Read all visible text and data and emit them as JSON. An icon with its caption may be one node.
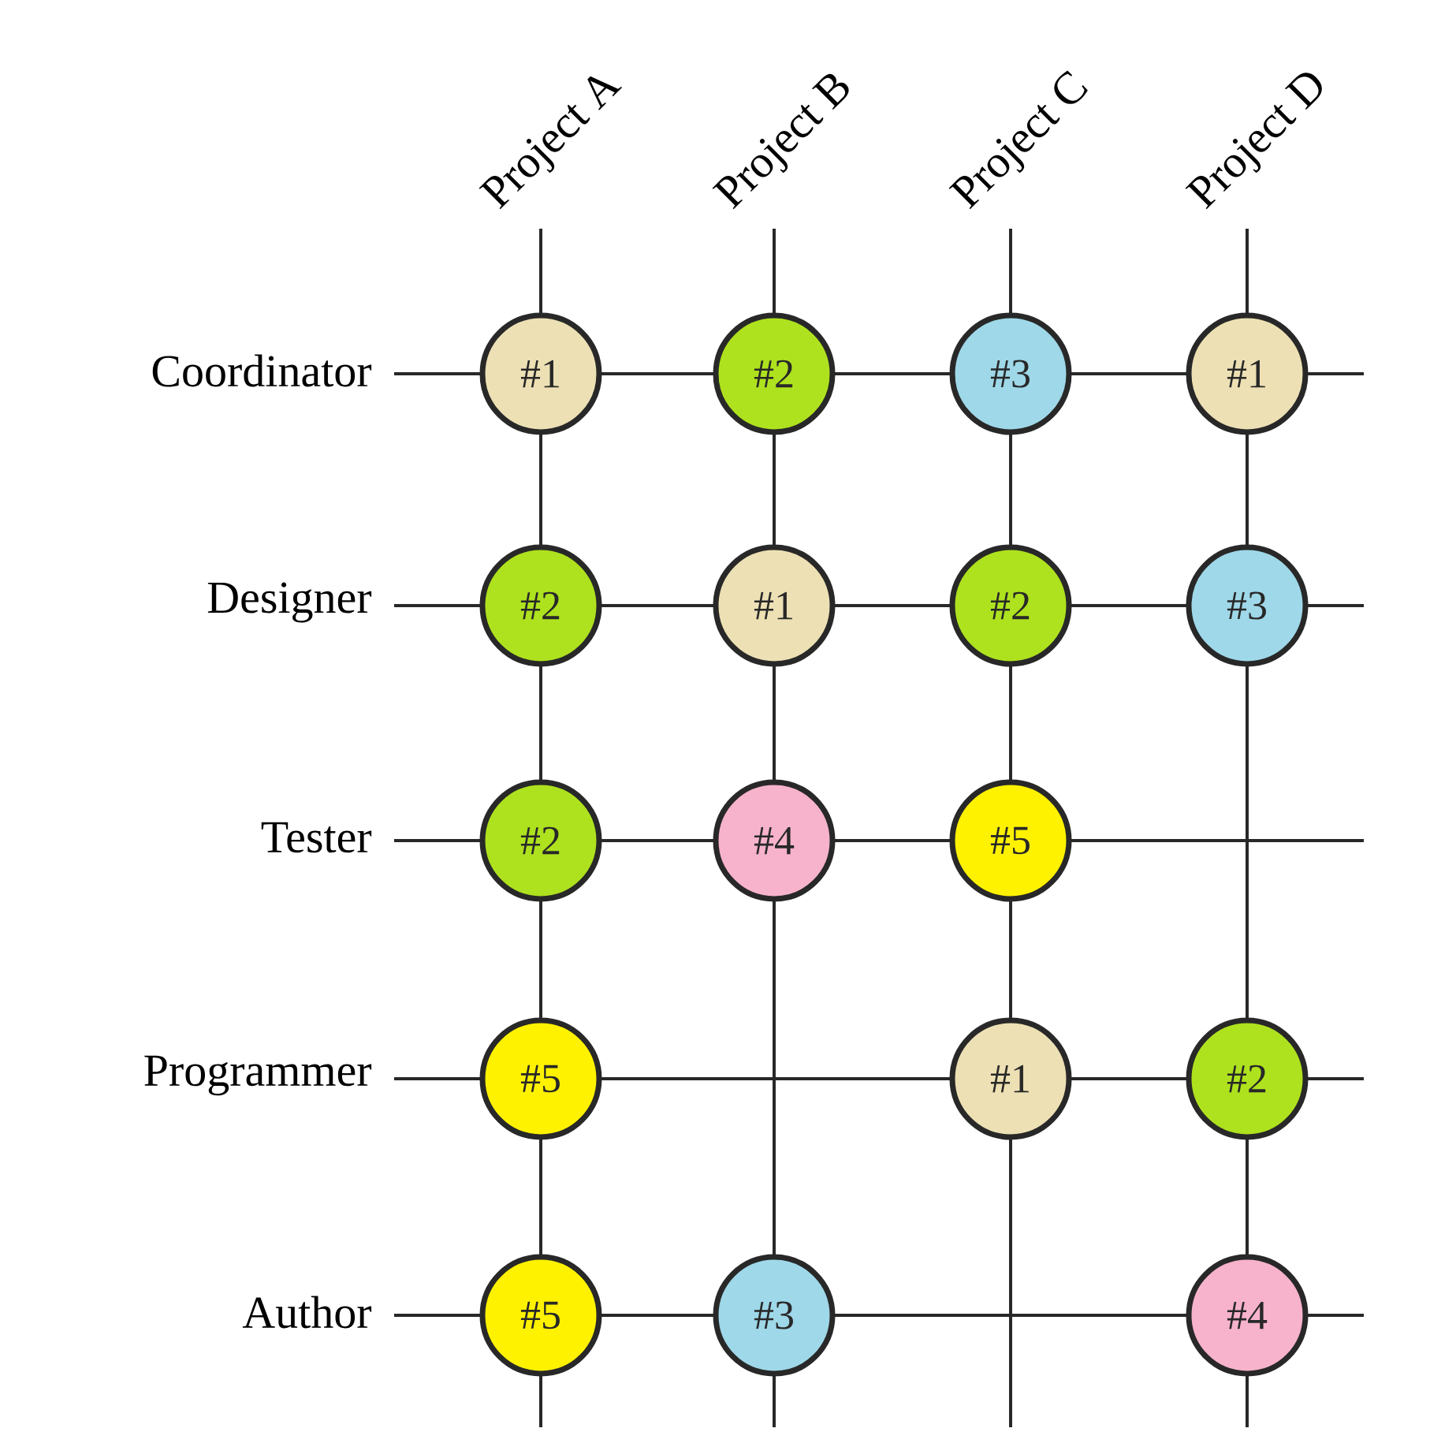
{
  "diagram": {
    "nodes": [
      {
        "text": [
          "#1"
        ]
      },
      {
        "text": [
          "#2"
        ]
      },
      {
        "text": [
          "#3"
        ]
      },
      {
        "text": [
          "#1"
        ]
      },
      {
        "text": [
          "#2"
        ]
      },
      {
        "text": [
          "#1"
        ]
      },
      {
        "text": [
          "#2"
        ]
      },
      {
        "text": [
          "#3"
        ]
      },
      {
        "text": [
          "#2"
        ]
      },
      {
        "text": [
          "#4"
        ]
      },
      {
        "text": [
          "#5"
        ]
      },
      {
        "text": [
          "#5"
        ]
      },
      {
        "text": [
          "#1"
        ]
      },
      {
        "text": [
          "#2"
        ]
      },
      {
        "text": [
          "#5"
        ]
      },
      {
        "text": [
          "#3"
        ]
      },
      {
        "text": [
          "#4"
        ]
      }
    ],
    "labels": [
      "Project A",
      "Project B",
      "Project C",
      "Project D",
      "Coordinator",
      "Designer",
      "Tester",
      "Programmer",
      "Author"
    ]
  }
}
